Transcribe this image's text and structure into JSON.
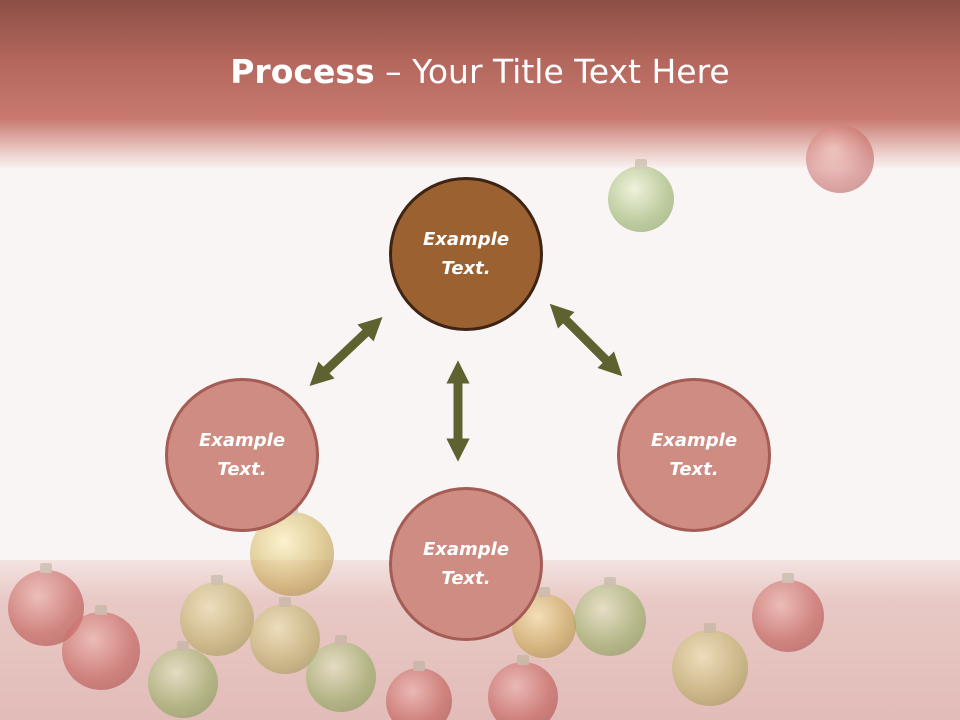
{
  "title": {
    "bold": "Process",
    "separator": " – ",
    "rest": "Your Title Text Here"
  },
  "nodes": {
    "top": "Example\nText.",
    "left": "Example\nText.",
    "right": "Example\nText.",
    "bottom": "Example\nText."
  },
  "colors": {
    "header": "#b3665c",
    "center_fill": "#9b6130",
    "outer_fill": "#cf8c82",
    "arrow": "#5e6230"
  }
}
